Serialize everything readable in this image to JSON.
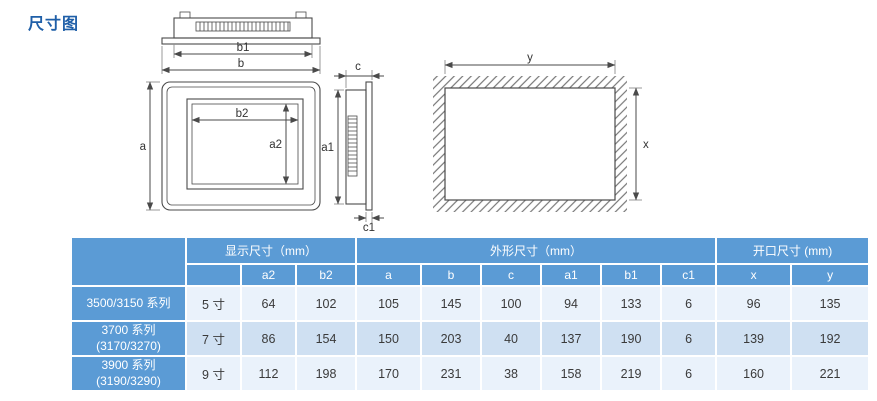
{
  "page": {
    "title": "尺寸图"
  },
  "colors": {
    "title": "#1f5fa8",
    "header_blue": "#5b9bd5",
    "row_light": "#eaf2fb",
    "row_medium": "#cfe0f2",
    "line": "#4a4a4a"
  },
  "diagram": {
    "labels": {
      "b": "b",
      "b1": "b1",
      "a": "a",
      "a2": "a2",
      "b2": "b2",
      "c": "c",
      "a1": "a1",
      "c1": "c1",
      "x": "x",
      "y": "y"
    }
  },
  "table": {
    "groups": [
      {
        "label": "显示尺寸（mm）"
      },
      {
        "label": "外形尺寸（mm）"
      },
      {
        "label": "开口尺寸 (mm)"
      }
    ],
    "columns": [
      "a2",
      "b2",
      "a",
      "b",
      "c",
      "a1",
      "b1",
      "c1",
      "x",
      "y"
    ],
    "rows": [
      {
        "series": "3500/3150 系列",
        "series2": "",
        "size": "5 寸",
        "values": [
          "64",
          "102",
          "105",
          "145",
          "100",
          "94",
          "133",
          "6",
          "96",
          "135"
        ]
      },
      {
        "series": "3700 系列",
        "series2": "(3170/3270)",
        "size": "7 寸",
        "values": [
          "86",
          "154",
          "150",
          "203",
          "40",
          "137",
          "190",
          "6",
          "139",
          "192"
        ]
      },
      {
        "series": "3900 系列",
        "series2": "(3190/3290)",
        "size": "9 寸",
        "values": [
          "112",
          "198",
          "170",
          "231",
          "38",
          "158",
          "219",
          "6",
          "160",
          "221"
        ]
      }
    ]
  }
}
